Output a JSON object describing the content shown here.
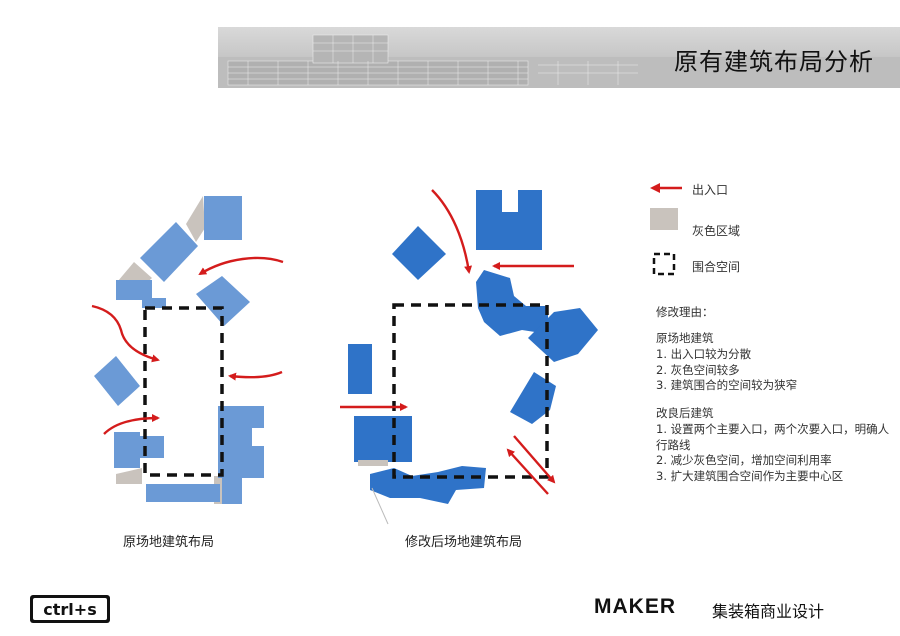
{
  "header": {
    "title": "原有建筑布局分析"
  },
  "legend": {
    "items": [
      {
        "icon": "red-arrow-icon",
        "label": "出入口"
      },
      {
        "icon": "gray-swatch-icon",
        "label": "灰色区域"
      },
      {
        "icon": "dashed-square-icon",
        "label": "围合空间"
      }
    ]
  },
  "reasons": {
    "heading": "修改理由：",
    "original": {
      "title": "原场地建筑",
      "items": [
        "1. 出入口较为分散",
        "2. 灰色空间较多",
        "3. 建筑围合的空间较为狭窄"
      ]
    },
    "improved": {
      "title": "改良后建筑",
      "items": [
        "1. 设置两个主要入口，两个次要入口，明确人行路线",
        "2. 减少灰色空间，增加空间利用率",
        "3. 扩大建筑围合空间作为主要中心区"
      ]
    }
  },
  "captions": {
    "left": "原场地建筑布局",
    "right": "修改后场地建筑布局"
  },
  "footer": {
    "logo": "ctrl+s",
    "brand": "MAKER",
    "project": "集装箱商业设计"
  },
  "colors": {
    "building": "#6b9ad6",
    "building_new": "#2f73c8",
    "gray_area": "#c9c3bd",
    "arrow": "#d41c1c",
    "dash": "#111111"
  }
}
